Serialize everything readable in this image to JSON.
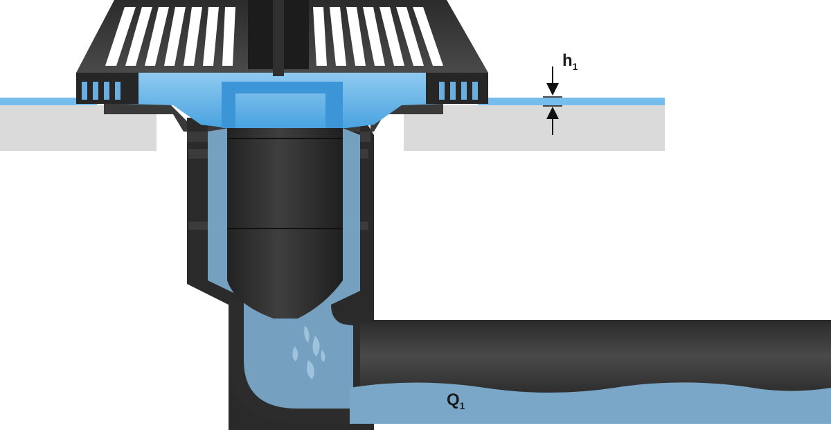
{
  "labels": {
    "h": {
      "main": "h",
      "sub": "1"
    },
    "q": {
      "main": "Q",
      "sub": "1"
    }
  },
  "colors": {
    "water": "#5dafe6",
    "water_dark": "#3b95d6",
    "water_in_pipe": "#7aa7c7",
    "slab": "#dadada",
    "slab_edge": "#c8c8c8",
    "body_dark": "#2a2a2a",
    "body_mid": "#3b3b3b",
    "body_light": "#555555",
    "outline": "#151515"
  }
}
